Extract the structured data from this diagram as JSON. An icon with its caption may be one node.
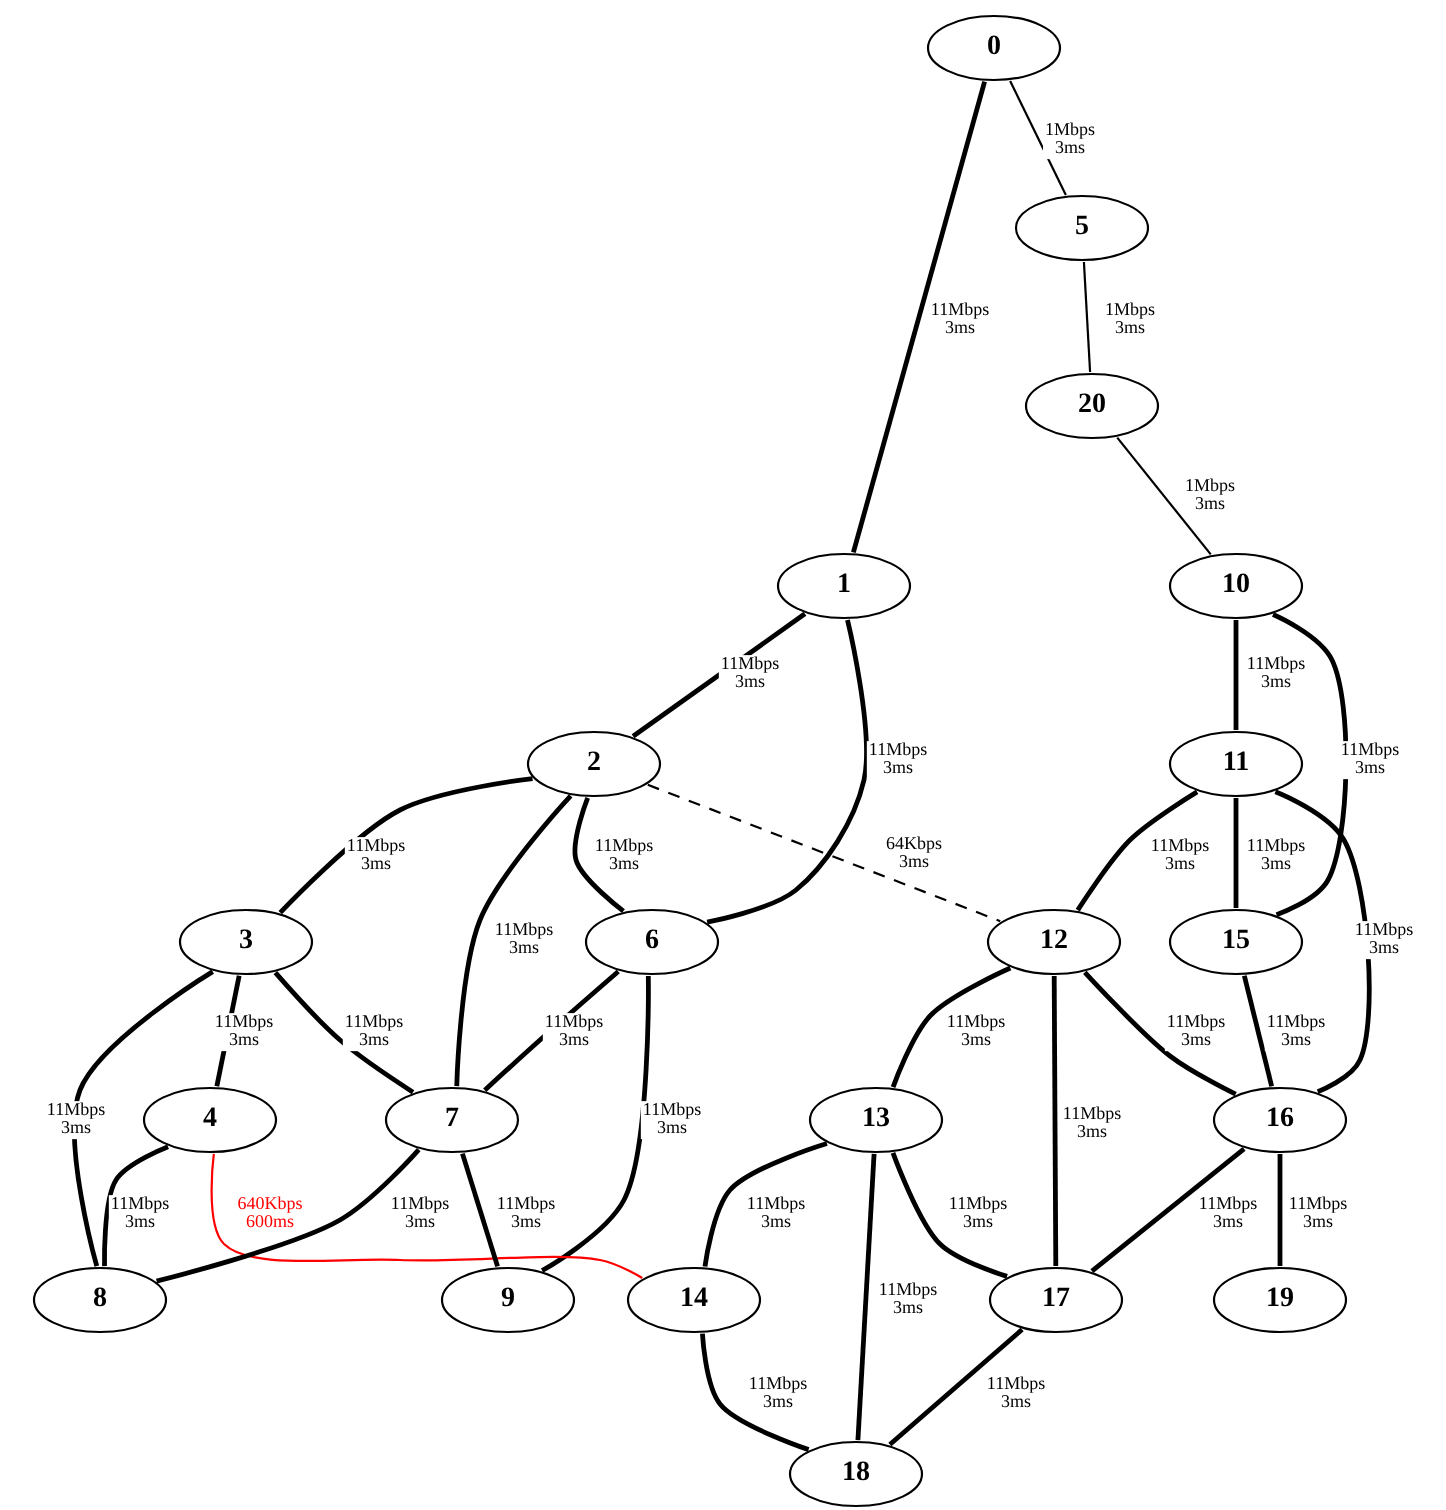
{
  "diagram": {
    "nodes": [
      {
        "text": [
          "0"
        ]
      },
      {
        "text": [
          "5"
        ]
      },
      {
        "text": [
          "20"
        ]
      },
      {
        "text": [
          "1"
        ]
      },
      {
        "text": [
          "10"
        ]
      },
      {
        "text": [
          "2"
        ]
      },
      {
        "text": [
          "11"
        ]
      },
      {
        "text": [
          "3"
        ]
      },
      {
        "text": [
          "6"
        ]
      },
      {
        "text": [
          "12"
        ]
      },
      {
        "text": [
          "15"
        ]
      },
      {
        "text": [
          "4"
        ]
      },
      {
        "text": [
          "7"
        ]
      },
      {
        "text": [
          "13"
        ]
      },
      {
        "text": [
          "16"
        ]
      },
      {
        "text": [
          "8"
        ]
      },
      {
        "text": [
          "9"
        ]
      },
      {
        "text": [
          "14"
        ]
      },
      {
        "text": [
          "17"
        ]
      },
      {
        "text": [
          "19"
        ]
      },
      {
        "text": [
          "18"
        ]
      }
    ],
    "edges": [
      {
        "from": 0,
        "to": 3,
        "arrow": "none",
        "label": "11Mbps 3ms"
      },
      {
        "from": 0,
        "to": 1,
        "arrow": "none",
        "label": "1Mbps 3ms"
      },
      {
        "from": 1,
        "to": 2,
        "arrow": "none",
        "label": "1Mbps 3ms"
      },
      {
        "from": 2,
        "to": 4,
        "arrow": "none",
        "label": "1Mbps 3ms"
      },
      {
        "from": 3,
        "to": 5,
        "arrow": "none",
        "label": "11Mbps 3ms"
      },
      {
        "from": 3,
        "to": 8,
        "arrow": "none",
        "label": "11Mbps 3ms"
      },
      {
        "from": 5,
        "to": 7,
        "arrow": "none",
        "label": "11Mbps 3ms"
      },
      {
        "from": 5,
        "to": 12,
        "arrow": "none",
        "label": "11Mbps 3ms"
      },
      {
        "from": 5,
        "to": 8,
        "arrow": "none",
        "label": "11Mbps 3ms"
      },
      {
        "from": 5,
        "to": 9,
        "arrow": "none",
        "label": "64Kbps 3ms",
        "style": "dashed"
      },
      {
        "from": 4,
        "to": 6,
        "arrow": "none",
        "label": "11Mbps 3ms"
      },
      {
        "from": 4,
        "to": 10,
        "arrow": "none",
        "label": "11Mbps 3ms"
      },
      {
        "from": 6,
        "to": 9,
        "arrow": "none",
        "label": "11Mbps 3ms"
      },
      {
        "from": 6,
        "to": 10,
        "arrow": "none",
        "label": "11Mbps 3ms"
      },
      {
        "from": 6,
        "to": 14,
        "arrow": "none",
        "label": "11Mbps 3ms"
      },
      {
        "from": 7,
        "to": 15,
        "arrow": "none",
        "label": "11Mbps 3ms"
      },
      {
        "from": 7,
        "to": 11,
        "arrow": "none",
        "label": "11Mbps 3ms"
      },
      {
        "from": 7,
        "to": 12,
        "arrow": "none",
        "label": "11Mbps 3ms"
      },
      {
        "from": 8,
        "to": 12,
        "arrow": "none",
        "label": "11Mbps 3ms"
      },
      {
        "from": 8,
        "to": 16,
        "arrow": "none",
        "label": "11Mbps 3ms"
      },
      {
        "from": 9,
        "to": 13,
        "arrow": "none",
        "label": "11Mbps 3ms"
      },
      {
        "from": 9,
        "to": 18,
        "arrow": "none",
        "label": "11Mbps 3ms"
      },
      {
        "from": 9,
        "to": 14,
        "arrow": "none",
        "label": "11Mbps 3ms"
      },
      {
        "from": 10,
        "to": 14,
        "arrow": "none",
        "label": "11Mbps 3ms"
      },
      {
        "from": 11,
        "to": 15,
        "arrow": "none",
        "label": "11Mbps 3ms"
      },
      {
        "from": 11,
        "to": 17,
        "arrow": "none",
        "label": "640Kbps 600ms",
        "color": "#ff0000"
      },
      {
        "from": 12,
        "to": 15,
        "arrow": "none",
        "label": "11Mbps 3ms"
      },
      {
        "from": 12,
        "to": 16,
        "arrow": "none",
        "label": "11Mbps 3ms"
      },
      {
        "from": 13,
        "to": 17,
        "arrow": "none",
        "label": "11Mbps 3ms"
      },
      {
        "from": 13,
        "to": 20,
        "arrow": "none",
        "label": "11Mbps 3ms"
      },
      {
        "from": 13,
        "to": 18,
        "arrow": "none",
        "label": "11Mbps 3ms"
      },
      {
        "from": 14,
        "to": 18,
        "arrow": "none",
        "label": "11Mbps 3ms"
      },
      {
        "from": 14,
        "to": 19,
        "arrow": "none",
        "label": "11Mbps 3ms"
      },
      {
        "from": 17,
        "to": 20,
        "arrow": "none",
        "label": "11Mbps 3ms"
      },
      {
        "from": 18,
        "to": 20,
        "arrow": "none",
        "label": "11Mbps 3ms"
      }
    ]
  }
}
